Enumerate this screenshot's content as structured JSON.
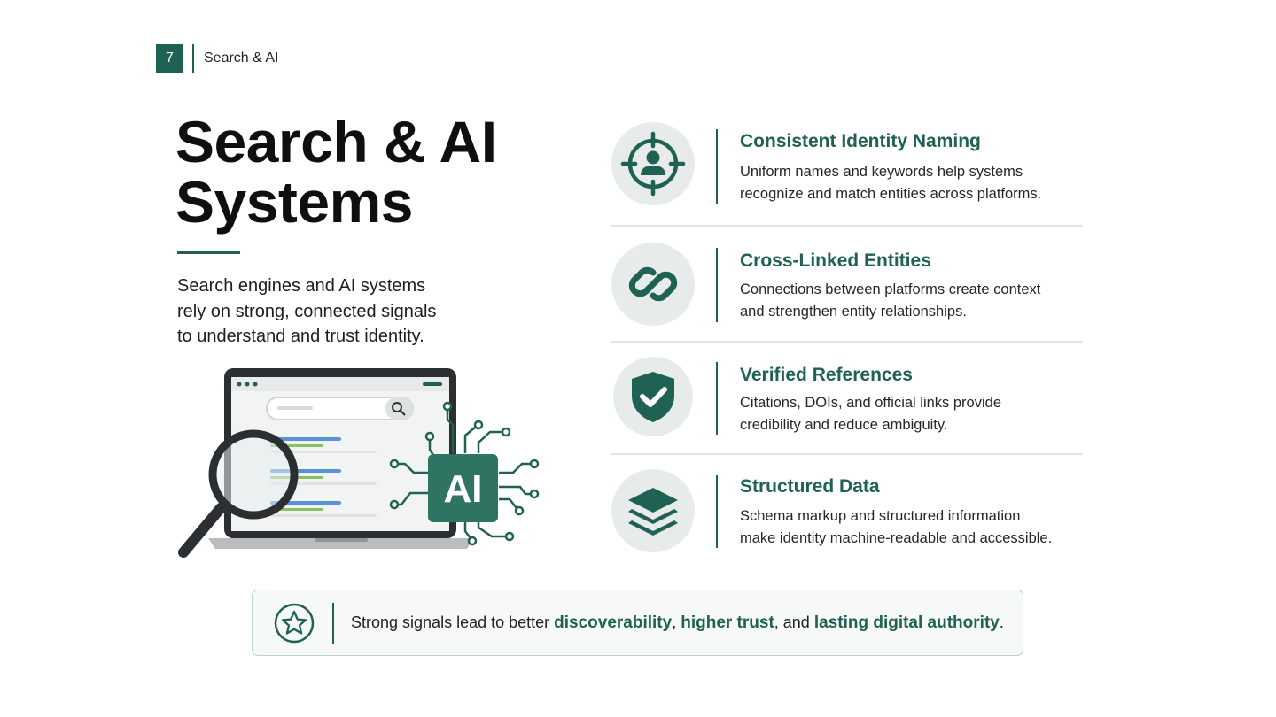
{
  "header": {
    "page_number": "7",
    "section_label": "Search & AI"
  },
  "hero": {
    "title_line1": "Search & AI",
    "title_line2": "Systems",
    "intro_line1": "Search engines and AI systems",
    "intro_line2": "rely on strong, connected signals",
    "intro_line3": "to understand and trust identity."
  },
  "illustration": {
    "ai_label": "AI"
  },
  "features": [
    {
      "icon": "target-person-icon",
      "title": "Consistent Identity Naming",
      "desc_line1": "Uniform names and keywords help systems",
      "desc_line2": "recognize and match entities across platforms."
    },
    {
      "icon": "link-icon",
      "title": "Cross-Linked Entities",
      "desc_line1": "Connections between platforms create context",
      "desc_line2": "and strengthen entity relationships."
    },
    {
      "icon": "shield-check-icon",
      "title": "Verified References",
      "desc_line1": "Citations, DOIs, and official links provide",
      "desc_line2": "credibility and reduce ambiguity."
    },
    {
      "icon": "layers-icon",
      "title": "Structured Data",
      "desc_line1": "Schema markup and structured information",
      "desc_line2": "make identity machine-readable and accessible."
    }
  ],
  "callout": {
    "icon": "star-icon",
    "prefix": "Strong signals lead to better ",
    "highlight1": "discoverability",
    "sep1": ", ",
    "highlight2": "higher trust",
    "sep2": ", and ",
    "highlight3": "lasting digital authority",
    "suffix": "."
  },
  "colors": {
    "accent": "#1f6152",
    "icon_bg": "#e7ecea",
    "divider": "#e1e4e3",
    "callout_border": "#b9d2cc"
  }
}
